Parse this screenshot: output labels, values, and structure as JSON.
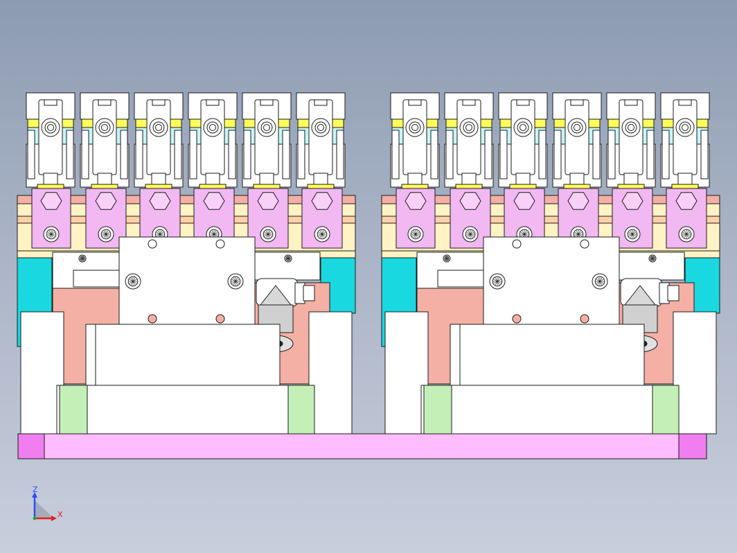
{
  "triad": {
    "z_label": "Z",
    "x_label": "X"
  },
  "colors": {
    "background_top": "#8d9bb1",
    "background_bottom": "#c8cedc",
    "outline": "#1a1a1a",
    "white_part": "#ffffff",
    "yellow_strip": "#ffff5a",
    "cyan_light": "#c8f4f4",
    "pink_block": "#f2b8f2",
    "cream_block": "#fff2c4",
    "salmon_block": "#f4b0a4",
    "cyan_block": "#19d8e0",
    "green_block": "#c4f0b8",
    "base_plate": "#ffbcff",
    "base_end": "#f07ef0",
    "axis_z": "#2a4cff",
    "axis_x": "#e02020"
  },
  "assembly": {
    "module_count": 2,
    "clamps_per_module": 6
  }
}
